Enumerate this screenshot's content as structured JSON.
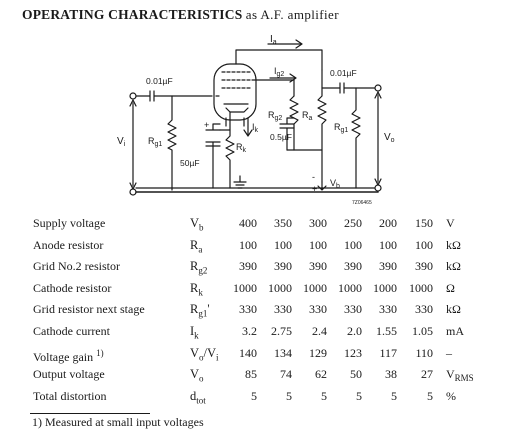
{
  "title": {
    "bold": "OPERATING CHARACTERISTICS",
    "suffix": "as A.F. amplifier"
  },
  "circuit": {
    "labels": {
      "ia": "I",
      "ia_sub": "a",
      "ig2": "I",
      "ig2_sub": "g2",
      "ik": "I",
      "ik_sub": "k",
      "cin": "0.01µF",
      "cout": "0.01µF",
      "rg1": "R",
      "rg1_sub": "g1",
      "rg1n": "R",
      "rg1n_sub": "g1",
      "rk": "R",
      "rk_sub": "k",
      "rg2": "R",
      "rg2_sub": "g2",
      "ra": "R",
      "ra_sub": "a",
      "ck": "50µF",
      "cg2": "0.5µF",
      "vi": "V",
      "vi_sub": "i",
      "vo": "V",
      "vo_sub": "o",
      "vb": "V",
      "vb_sub": "b",
      "minus": "-",
      "plus": "+",
      "cap_plus": "+",
      "ref": "7Z06465"
    }
  },
  "table": {
    "columns": 6,
    "rows": [
      {
        "name": "Supply voltage",
        "sym": "V",
        "sym_sub": "b",
        "sym_sup": "",
        "sym_tail": "",
        "values": [
          "400",
          "350",
          "300",
          "250",
          "200",
          "150"
        ],
        "unit": "V",
        "unit_sub": ""
      },
      {
        "name": "Anode resistor",
        "sym": "R",
        "sym_sub": "a",
        "sym_sup": "",
        "sym_tail": "",
        "values": [
          "100",
          "100",
          "100",
          "100",
          "100",
          "100"
        ],
        "unit": "kΩ",
        "unit_sub": ""
      },
      {
        "name": "Grid No.2 resistor",
        "sym": "R",
        "sym_sub": "g2",
        "sym_sup": "",
        "sym_tail": "",
        "values": [
          "390",
          "390",
          "390",
          "390",
          "390",
          "390"
        ],
        "unit": "kΩ",
        "unit_sub": ""
      },
      {
        "name": "Cathode resistor",
        "sym": "R",
        "sym_sub": "k",
        "sym_sup": "",
        "sym_tail": "",
        "values": [
          "1000",
          "1000",
          "1000",
          "1000",
          "1000",
          "1000"
        ],
        "unit": "Ω",
        "unit_sub": ""
      },
      {
        "name": "Grid resistor next stage",
        "sym": "R",
        "sym_sub": "g1",
        "sym_sup": "'",
        "sym_tail": "",
        "values": [
          "330",
          "330",
          "330",
          "330",
          "330",
          "330"
        ],
        "unit": "kΩ",
        "unit_sub": ""
      },
      {
        "name": "Cathode current",
        "sym": "I",
        "sym_sub": "k",
        "sym_sup": "",
        "sym_tail": "",
        "values": [
          "3.2",
          "2.75",
          "2.4",
          "2.0",
          "1.55",
          "1.05"
        ],
        "unit": "mA",
        "unit_sub": ""
      },
      {
        "name": "Voltage gain",
        "name_sup": "1)",
        "sym": "V",
        "sym_sub": "o",
        "sym_sup": "",
        "sym_tail": "/V",
        "sym_tail_sub": "i",
        "values": [
          "140",
          "134",
          "129",
          "123",
          "117",
          "110"
        ],
        "unit": "–",
        "unit_sub": ""
      },
      {
        "name": "Output voltage",
        "sym": "V",
        "sym_sub": "o",
        "sym_sup": "",
        "sym_tail": "",
        "values": [
          "85",
          "74",
          "62",
          "50",
          "38",
          "27"
        ],
        "unit": "V",
        "unit_sub": "RMS"
      },
      {
        "name": "Total distortion",
        "sym": "d",
        "sym_sub": "tot",
        "sym_sup": "",
        "sym_tail": "",
        "values": [
          "5",
          "5",
          "5",
          "5",
          "5",
          "5"
        ],
        "unit": "%",
        "unit_sub": ""
      }
    ]
  },
  "footnote": {
    "text": "1) Measured at small input voltages"
  }
}
